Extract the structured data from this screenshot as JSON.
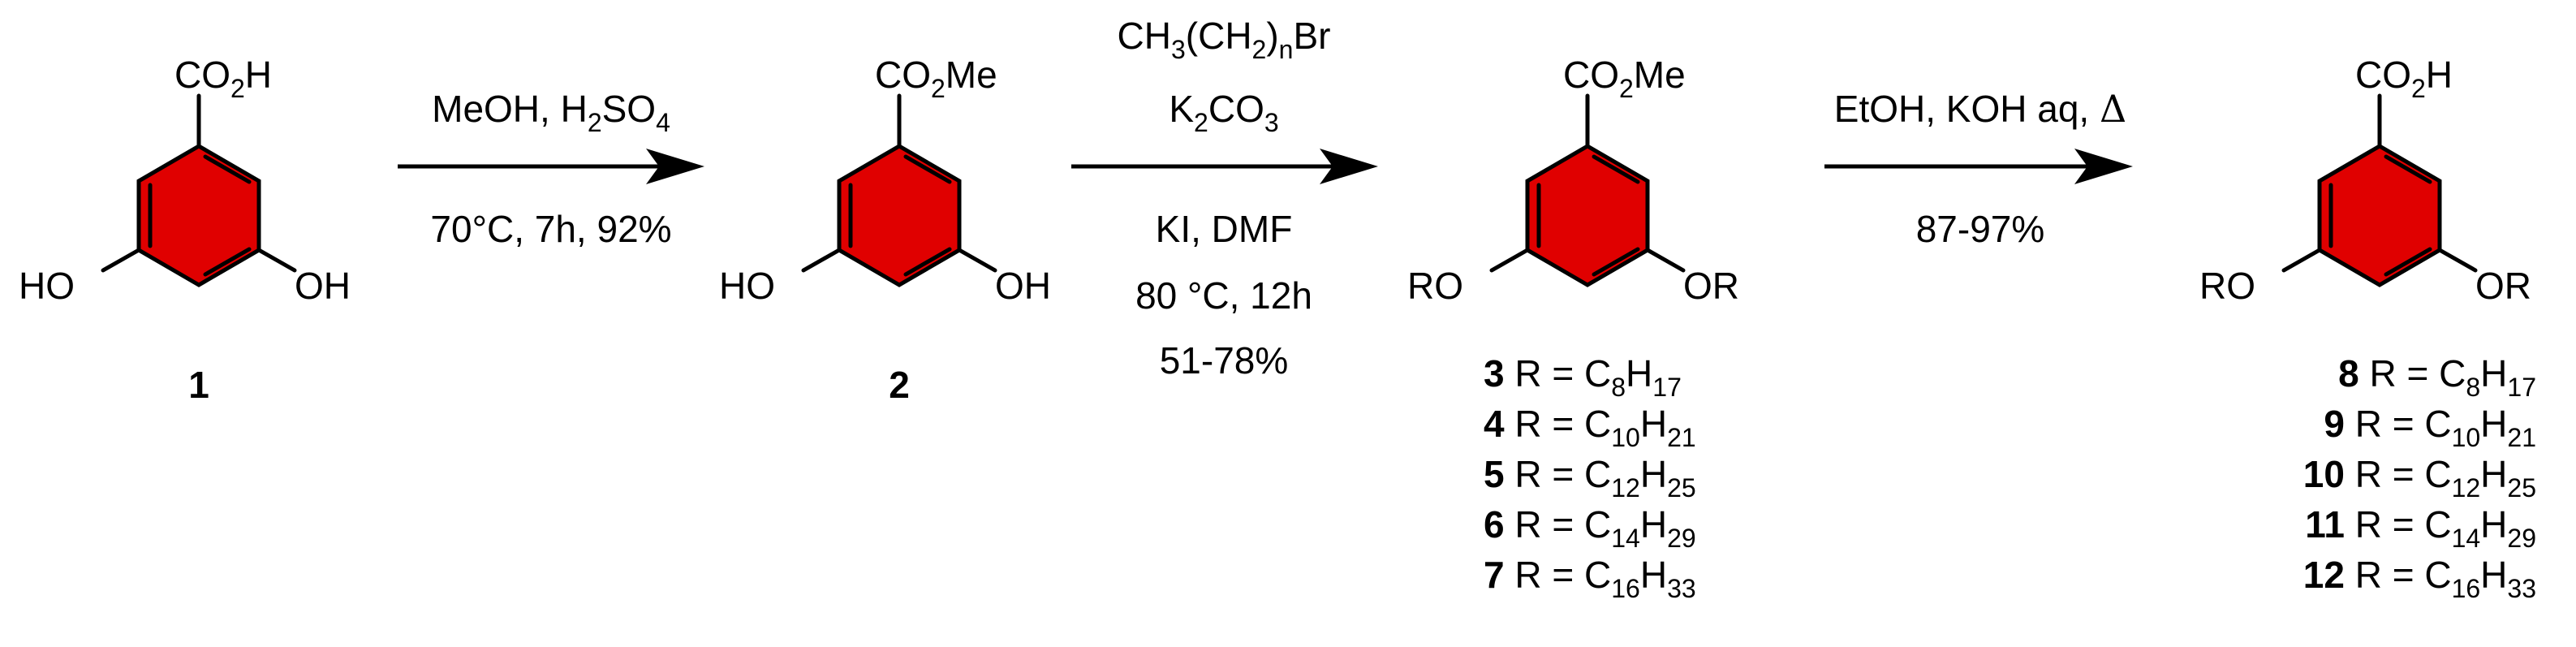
{
  "colors": {
    "ring_fill": "#e00000",
    "ink": "#000000",
    "background": "#ffffff"
  },
  "compounds": [
    {
      "number": "1",
      "top": "CO",
      "top_sub": "2",
      "top_tail": "H",
      "left": "HO",
      "right": "OH"
    },
    {
      "number": "2",
      "top": "CO",
      "top_sub": "2",
      "top_tail": "Me",
      "left": "HO",
      "right": "OH"
    },
    {
      "top": "CO",
      "top_sub": "2",
      "top_tail": "Me",
      "left": "RO",
      "right": "OR",
      "variants": [
        {
          "number": "3",
          "r_label": "R = C",
          "n1": "8",
          "h": "H",
          "n2": "17"
        },
        {
          "number": "4",
          "r_label": "R = C",
          "n1": "10",
          "h": "H",
          "n2": "21"
        },
        {
          "number": "5",
          "r_label": "R = C",
          "n1": "12",
          "h": "H",
          "n2": "25"
        },
        {
          "number": "6",
          "r_label": "R = C",
          "n1": "14",
          "h": "H",
          "n2": "29"
        },
        {
          "number": "7",
          "r_label": "R = C",
          "n1": "16",
          "h": "H",
          "n2": "33"
        }
      ]
    },
    {
      "top": "CO",
      "top_sub": "2",
      "top_tail": "H",
      "left": "RO",
      "right": "OR",
      "variants": [
        {
          "number": "8",
          "r_label": "R = C",
          "n1": "8",
          "h": "H",
          "n2": "17"
        },
        {
          "number": "9",
          "r_label": "R = C",
          "n1": "10",
          "h": "H",
          "n2": "21"
        },
        {
          "number": "10",
          "r_label": "R = C",
          "n1": "12",
          "h": "H",
          "n2": "25"
        },
        {
          "number": "11",
          "r_label": "R = C",
          "n1": "14",
          "h": "H",
          "n2": "29"
        },
        {
          "number": "12",
          "r_label": "R = C",
          "n1": "16",
          "h": "H",
          "n2": "33"
        }
      ]
    }
  ],
  "steps": [
    {
      "above": [
        {
          "a": "MeOH, H",
          "sub": "2",
          "b": "SO",
          "sub2": "4",
          "c": ""
        }
      ],
      "below": [
        "70°C, 7h, 92%"
      ]
    },
    {
      "above": [
        {
          "a": "CH",
          "sub": "3",
          "b": "(CH",
          "sub2": "2",
          "c": ")",
          "sub3": "n",
          "d": "Br"
        },
        {
          "a": "K",
          "sub": "2",
          "b": "CO",
          "sub2": "3",
          "c": ""
        }
      ],
      "below": [
        "KI, DMF",
        "80 °C, 12h",
        "51-78%"
      ]
    },
    {
      "above": [
        {
          "a": "EtOH, KOH aq, ",
          "delta": "Δ"
        }
      ],
      "below": [
        "87-97%"
      ]
    }
  ]
}
